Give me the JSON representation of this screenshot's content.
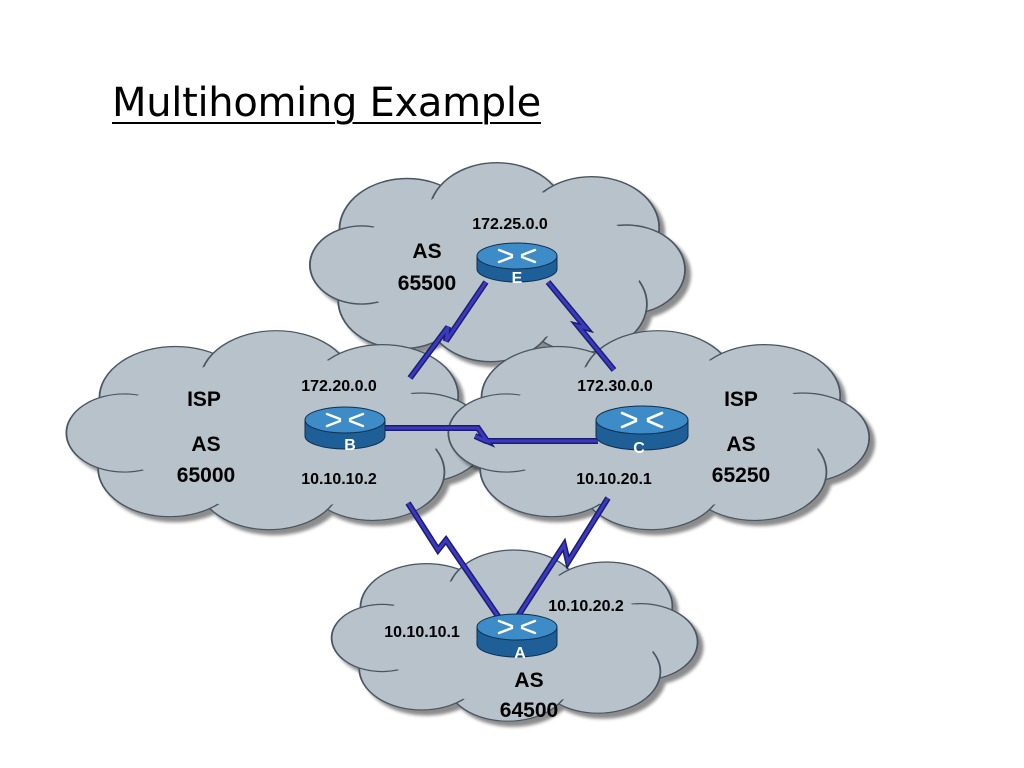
{
  "title": "Multihoming Example",
  "colors": {
    "cloud": "#b7c2cb",
    "cloud_stroke": "#4a5560",
    "link": "#2a2aa8",
    "router_top": "#3d8cc8",
    "router_body": "#1f5f97"
  },
  "routers": {
    "e": "E",
    "b": "B",
    "c": "C",
    "a": "A"
  },
  "clouds": {
    "e": {
      "as_label": "AS",
      "as_number": "65500",
      "network": "172.25.0.0"
    },
    "b": {
      "isp_label": "ISP",
      "as_label": "AS",
      "as_number": "65000",
      "network": "172.20.0.0",
      "interface_ip": "10.10.10.2"
    },
    "c": {
      "isp_label": "ISP",
      "as_label": "AS",
      "as_number": "65250",
      "network": "172.30.0.0",
      "interface_ip": "10.10.20.1"
    },
    "a": {
      "as_label": "AS",
      "as_number": "64500",
      "ip_left": "10.10.10.1",
      "ip_right": "10.10.20.2"
    }
  },
  "icons": [
    "cloud-icon",
    "router-icon",
    "serial-link-icon"
  ]
}
